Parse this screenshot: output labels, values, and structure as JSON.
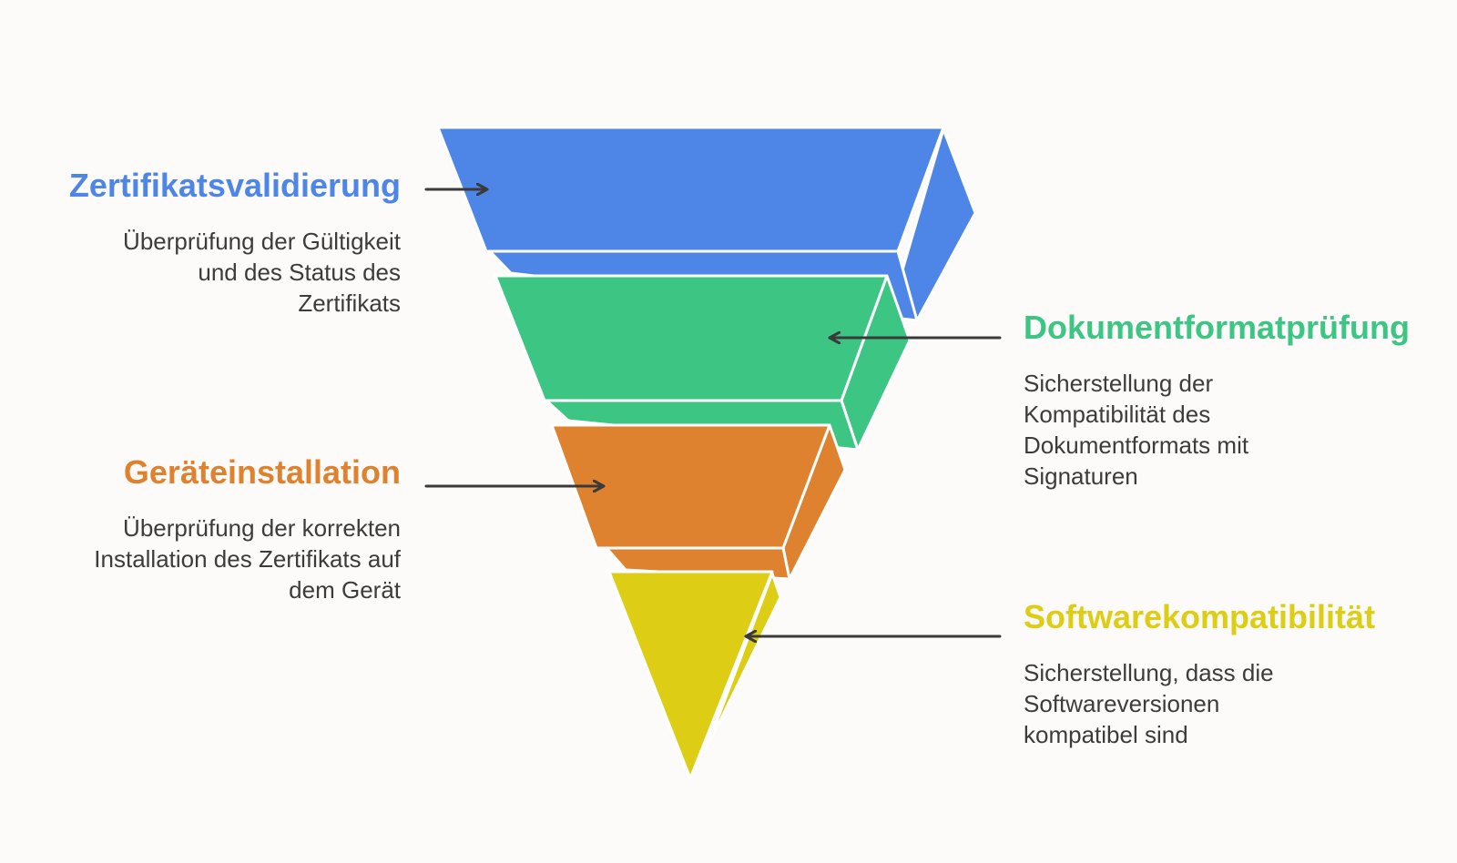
{
  "colors": {
    "background": "#fcfbf9",
    "blue": "#4d86e6",
    "green": "#3dc584",
    "orange": "#de8230",
    "yellow": "#ddcd15",
    "arrow": "#3a3a3a",
    "text": "#3c3c3c"
  },
  "stages": [
    {
      "title": "Zertifikatsvalidierung",
      "description": "Überprüfung der Gültigkeit und des Status des Zertifikats",
      "color": "#4d86e6",
      "side": "left"
    },
    {
      "title": "Dokumentformatprüfung",
      "description": "Sicherstellung der Kompatibilität des Dokumentformats mit Signaturen",
      "color": "#3dc584",
      "side": "right"
    },
    {
      "title": "Geräteinstallation",
      "description": "Überprüfung der korrekten Installation des Zertifikats auf dem Gerät",
      "color": "#de8230",
      "side": "left"
    },
    {
      "title": "Softwarekompatibilität",
      "description": "Sicherstellung, dass die Softwareversionen kompatibel sind",
      "color": "#ddcd15",
      "side": "right"
    }
  ]
}
